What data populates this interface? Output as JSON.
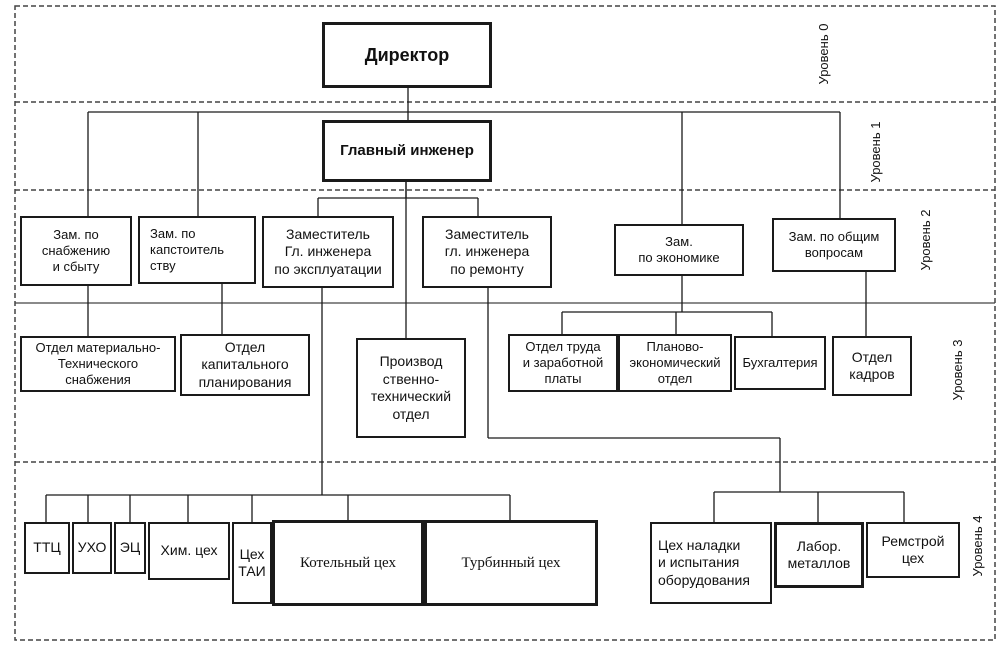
{
  "levels": [
    "Уровень 0",
    "Уровень 1",
    "Уровень 2",
    "Уровень 3",
    "Уровень 4"
  ],
  "nodes": {
    "director": "Директор",
    "chief_engineer": "Главный инженер",
    "dep_supply": "Зам. по\nснабжению\nи сбыту",
    "dep_capital": "Зам. по\nкапстоитель\nству",
    "dep_operation": "Заместитель\nГл. инженера\nпо эксплуатации",
    "dep_repair": "Заместитель\nгл. инженера\nпо ремонту",
    "dep_economy": "Зам.\nпо экономике",
    "dep_general": "Зам. по общим\nвопросам",
    "dept_mts": "Отдел материально-\nТехнического\nснабжения",
    "dept_capplan": "Отдел\nкапитального\nпланирования",
    "dept_prodtech": "Производ\nственно-\nтехнический\nотдел",
    "dept_labor": "Отдел труда\nи заработной\nплаты",
    "dept_planeco": "Планово-\nэкономический\nотдел",
    "dept_accounting": "Бухгалтерия",
    "dept_hr": "Отдел\nкадров",
    "shop_ttc": "ТТЦ",
    "shop_uho": "УХО",
    "shop_ec": "ЭЦ",
    "shop_chem": "Хим. цех",
    "shop_tai": "Цех\nТАИ",
    "shop_boiler": "Котельный цех",
    "shop_turbine": "Турбинный цех",
    "shop_setup": "Цех наладки\nи испытания\nоборудования",
    "shop_lab": "Лабор.\nметаллов",
    "shop_repair": "Ремстрой\nцех"
  },
  "colors": {
    "line": "#1a1a1a",
    "dashed": "#444444"
  }
}
